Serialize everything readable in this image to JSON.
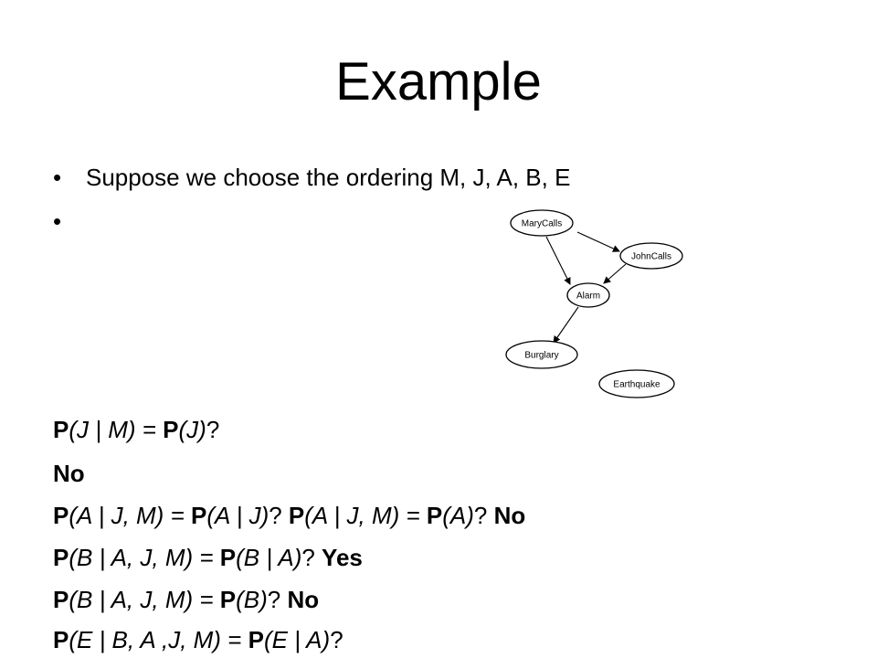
{
  "slide": {
    "title": "Example",
    "bullet_char": "•",
    "bullets": [
      "Suppose we choose the ordering M, J, A, B, E",
      ""
    ]
  },
  "diagram": {
    "nodes": {
      "marycalls": "MaryCalls",
      "johncalls": "JohnCalls",
      "alarm": "Alarm",
      "burglary": "Burglary",
      "earthquake": "Earthquake"
    },
    "edges": [
      [
        "MaryCalls",
        "JohnCalls"
      ],
      [
        "MaryCalls",
        "Alarm"
      ],
      [
        "JohnCalls",
        "Alarm"
      ],
      [
        "Alarm",
        "Burglary"
      ]
    ]
  },
  "questions": {
    "q1": {
      "a1": "P",
      "a2": "(J | M) = ",
      "a3": "P",
      "a4": "(J)",
      "a5": "?"
    },
    "q1_answer": "No",
    "q2": {
      "a1": "P",
      "a2": "(A | J, M) = ",
      "a3": "P",
      "a4": "(A | J)",
      "a5": "? ",
      "b1": "P",
      "b2": "(A | J, M) = ",
      "b3": "P",
      "b4": "(A)",
      "b5": "? ",
      "ans": "No"
    },
    "q3": {
      "a1": "P",
      "a2": "(B | A, J, M) = ",
      "a3": "P",
      "a4": "(B | A)",
      "a5": "? ",
      "ans": "Yes"
    },
    "q4": {
      "a1": "P",
      "a2": "(B | A, J, M) = ",
      "a3": "P",
      "a4": "(B)",
      "a5": "? ",
      "ans": "No"
    },
    "q5": {
      "a1": "P",
      "a2": "(E | B, A ,J, M) = ",
      "a3": "P",
      "a4": "(E | A)",
      "a5": "?"
    }
  }
}
